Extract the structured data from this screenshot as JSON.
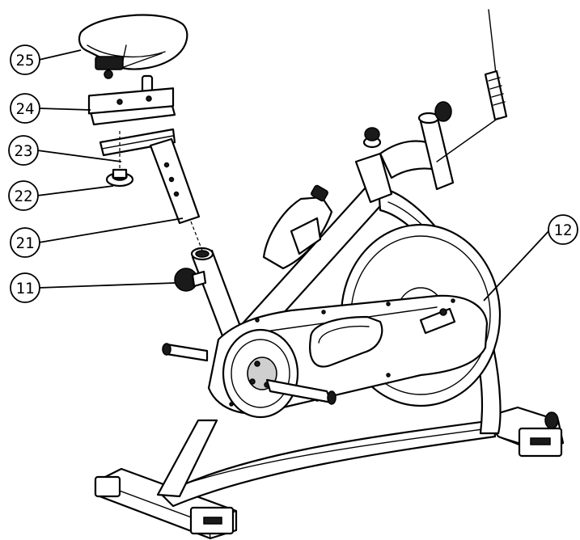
{
  "callouts": [
    {
      "id": "callout-25",
      "label": "25",
      "part": "saddle"
    },
    {
      "id": "callout-24",
      "label": "24",
      "part": "saddle-slider"
    },
    {
      "id": "callout-23",
      "label": "23",
      "part": "seat-post"
    },
    {
      "id": "callout-22",
      "label": "22",
      "part": "slider-knob"
    },
    {
      "id": "callout-21",
      "label": "21",
      "part": "seat-post-tube"
    },
    {
      "id": "callout-11",
      "label": "11",
      "part": "seat-adjust-knob"
    },
    {
      "id": "callout-12",
      "label": "12",
      "part": "chain-guard"
    }
  ],
  "colors": {
    "line": "#000000",
    "background": "#ffffff",
    "shade": "#cfcfcf"
  }
}
